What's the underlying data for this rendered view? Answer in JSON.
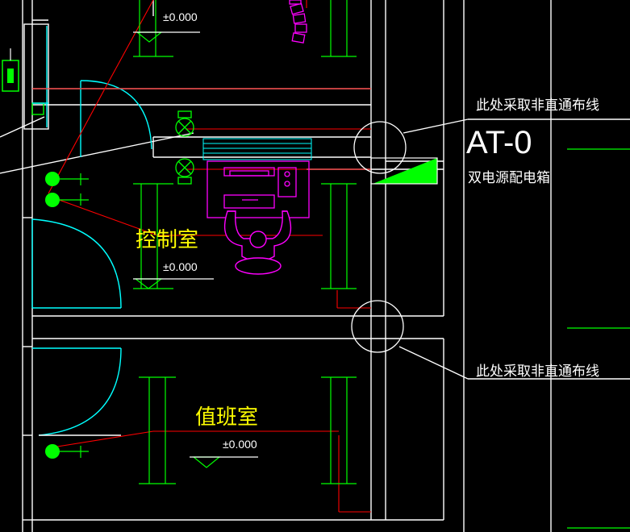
{
  "drawing": {
    "labels": {
      "elevation_top": "±0.000",
      "elevation_control": "±0.000",
      "elevation_duty": "±0.000",
      "room_control": "控制室",
      "room_duty": "值班室",
      "panel_tag": "AT-0",
      "panel_desc": "双电源配电箱",
      "note_upper": "此处采取非直通布线",
      "note_lower": "此处采取非直通布线"
    },
    "colors": {
      "background": "#000000",
      "wall": "#ffffff",
      "door": "#00ffff",
      "wire": "#ff0000",
      "dimension": "#00ff00",
      "furniture": "#ff00ff",
      "room_text": "#ffff00",
      "fixture": "#00ff00"
    }
  }
}
